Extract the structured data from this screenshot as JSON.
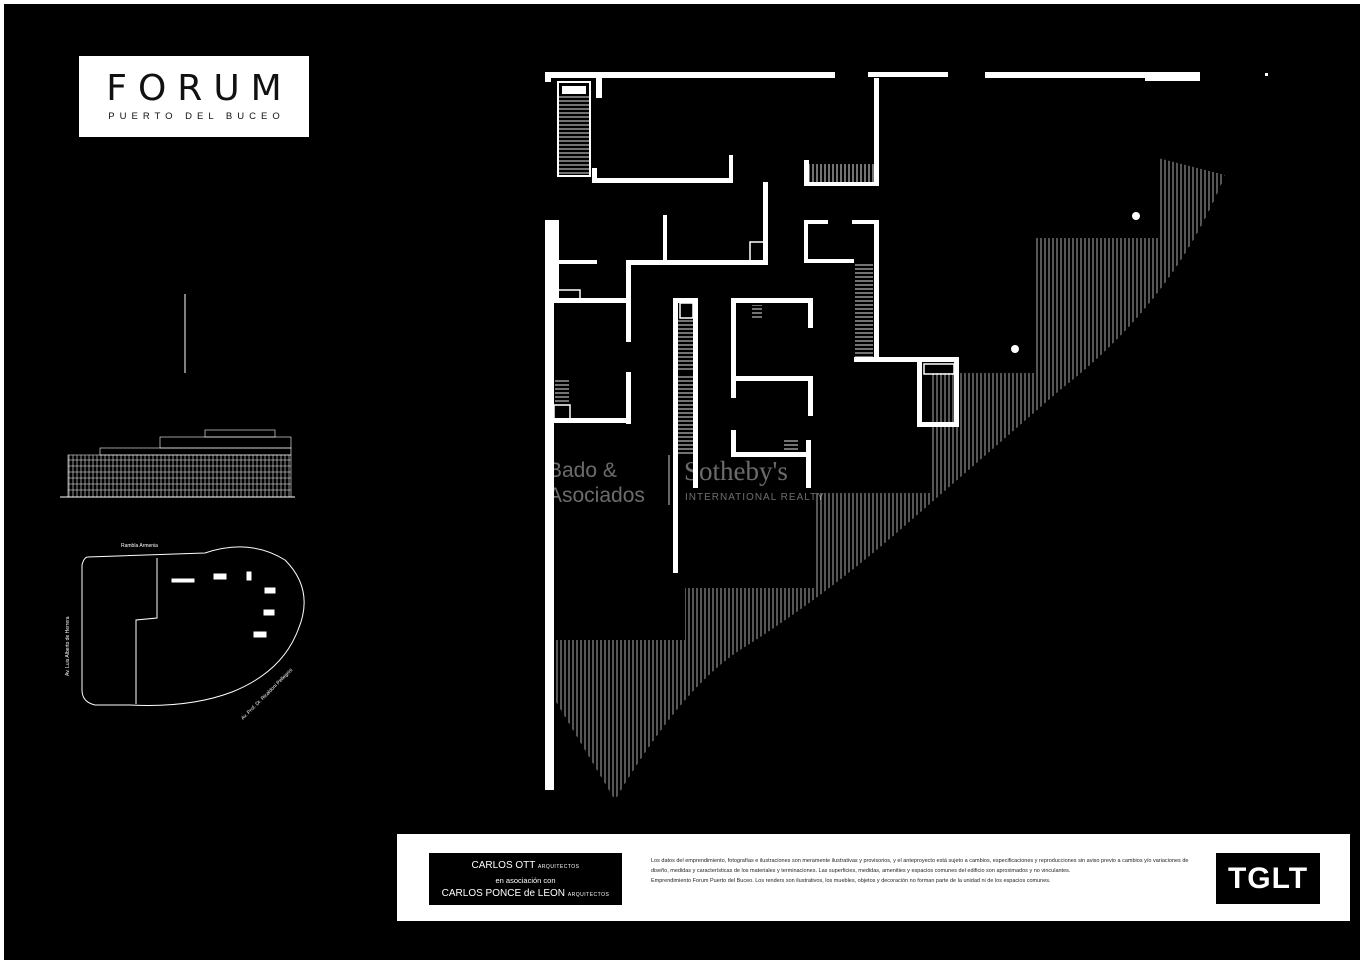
{
  "brand": {
    "title": "FORUM",
    "subtitle": "PUERTO DEL BUCEO"
  },
  "site_map": {
    "street_top": "Rambla Armenia",
    "street_left": "Av. Luis Alberto de Herrera",
    "street_bottom": "Av. Prof. Dr. Ricaldoni Pellegrini"
  },
  "watermark": {
    "agency_line1": "Bado &",
    "agency_line2": "Asociados",
    "brand": "Sotheby's",
    "brand_sub": "INTERNATIONAL REALTY"
  },
  "footer": {
    "architect_name": "CARLOS OTT",
    "architect_role": "ARQUITECTOS",
    "association": "en asociación con",
    "partner_name": "CARLOS PONCE de LEON",
    "partner_role": "ARQUITECTOS",
    "disclaimer_1": "Los datos del emprendimiento, fotografías e ilustraciones son meramente ilustrativas y provisorios, y el anteproyecto está sujeto a cambios, especificaciones y reproducciones sin aviso previo a cambios y/o variaciones de diseño, medidas y características de los materiales y terminaciones. Las superficies, medidas, amenities y espacios comunes del edificio son aproximados y no vinculantes.",
    "disclaimer_2": "Emprendimiento Forum Puerto del Buceo. Los renders son ilustrativos, los muebles, objetos y decoración no forman parte de la unidad ni de los espacios comunes.",
    "partner_logo": "TGLT"
  },
  "colors": {
    "background": "#000000",
    "lines": "#ffffff",
    "panel": "#ffffff"
  }
}
